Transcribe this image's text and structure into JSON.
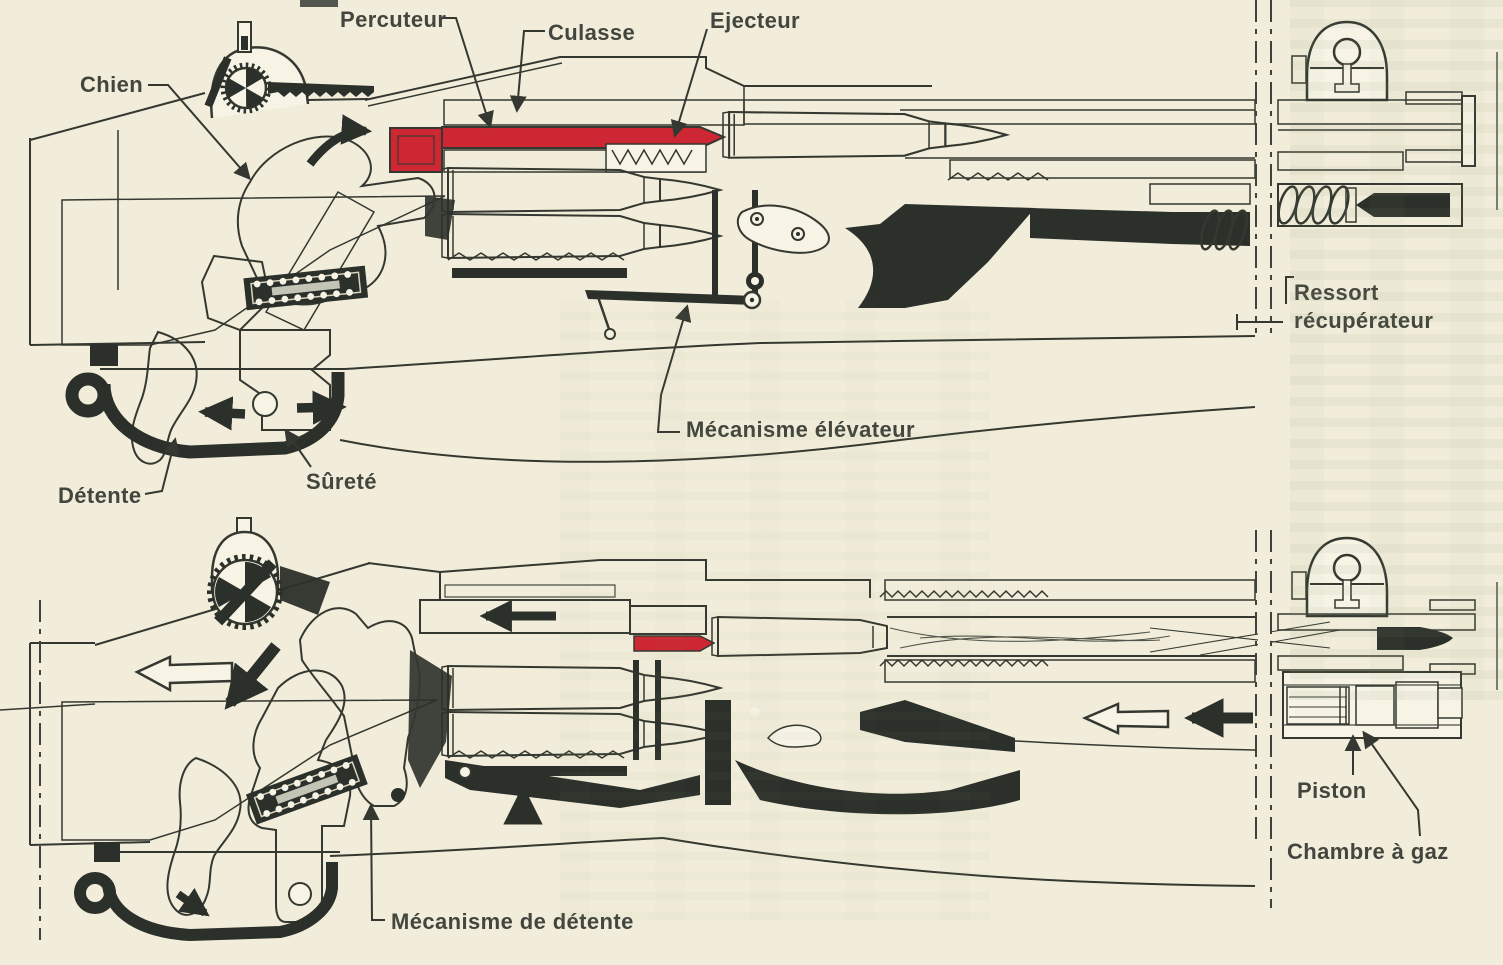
{
  "labels": {
    "percuteur": "Percuteur",
    "culasse": "Culasse",
    "ejecteur": "Ejecteur",
    "chien": "Chien",
    "ressort_recuperateur": "Ressort récupérateur",
    "mecanisme_elevateur": "Mécanisme élévateur",
    "detente": "Détente",
    "surete": "Sûreté",
    "piston": "Piston",
    "chambre_a_gaz": "Chambre à gaz",
    "mecanisme_de_detente": "Mécanisme de détente"
  },
  "colors": {
    "paper": "#f1edda",
    "paper_light": "#f7f4e6",
    "ink": "#343830",
    "ink_dark": "#2b302a",
    "part_red": "#cc2733",
    "part_yellow": "#e4d51e",
    "part_yellow_dark": "#a89310",
    "part_blue": "#a9c6e5",
    "part_blue_dark": "#5f8fc0",
    "label_ink": "#42463e"
  }
}
